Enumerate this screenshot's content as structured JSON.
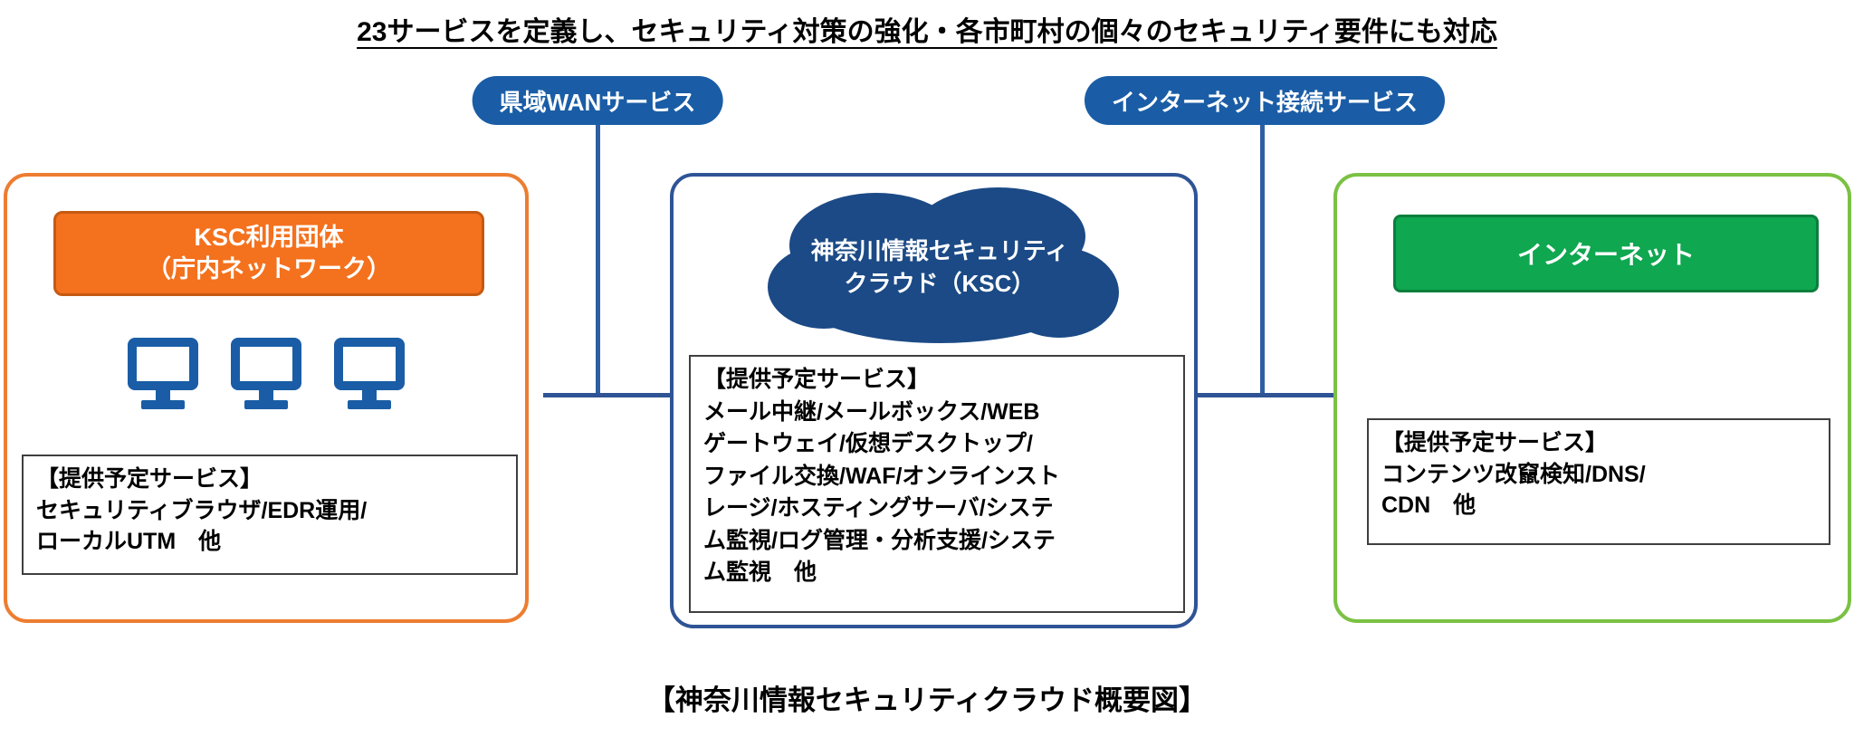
{
  "title": "23サービスを定義し、セキュリティ対策の強化・各市町村の個々のセキュリティ要件にも対応",
  "caption": "【神奈川情報セキュリティクラウド概要図】",
  "pills": {
    "wan": "県域WANサービス",
    "internet": "インターネット接続サービス"
  },
  "left": {
    "header": "KSC利用団体\n（庁内ネットワーク）",
    "services_title": "【提供予定サービス】",
    "services_body": "セキュリティブラウザ/EDR運用/\nローカルUTM　他"
  },
  "center": {
    "cloud": "神奈川情報セキュリティ\nクラウド（KSC）",
    "services_title": "【提供予定サービス】",
    "services_body": "メール中継/メールボックス/WEB\nゲートウェイ/仮想デスクトップ/\nファイル交換/WAF/オンラインスト\nレージ/ホスティングサーバ/システ\nム監視/ログ管理・分析支援/システ\nム監視　他"
  },
  "right": {
    "header": "インターネット",
    "services_title": "【提供予定サービス】",
    "services_body": "コンテンツ改竄検知/DNS/\nCDN　他"
  },
  "colors": {
    "pill_blue": "#1A5DA6",
    "cloud_navy": "#1B4A86",
    "center_border": "#2F5496",
    "orange_fill": "#F4711E",
    "orange_border": "#ED7D31",
    "green_fill": "#0FA750",
    "green_border": "#7BC144"
  }
}
